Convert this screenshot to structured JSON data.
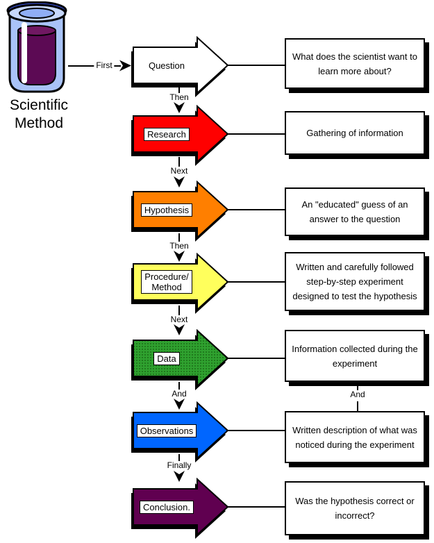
{
  "title": "Scientific\nMethod",
  "connectors": [
    "First",
    "Then",
    "Next",
    "Then",
    "Next",
    "And",
    "Finally"
  ],
  "right_connector": "And",
  "steps": [
    {
      "label": "Question",
      "color": "#FFFFFF",
      "description": "What does the scientist want to learn more about?"
    },
    {
      "label": "Research",
      "color": "#FF0000",
      "description": "Gathering of information"
    },
    {
      "label": "Hypothesis",
      "color": "#FF7F00",
      "description": "An \"educated\" guess of an answer to the question"
    },
    {
      "label": "Procedure/\nMethod",
      "color": "#FFFF5C",
      "description": "Written and carefully followed step-by-step experiment designed to test the hypothesis"
    },
    {
      "label": "Data",
      "color": "#2FA12F",
      "description": "Information collected during the experiment"
    },
    {
      "label": "Observations",
      "color": "#0066FF",
      "description": "Written description of what was noticed during the experiment"
    },
    {
      "label": "Conclusion.",
      "color": "#600050",
      "description": "Was the hypothesis correct or incorrect?"
    }
  ]
}
